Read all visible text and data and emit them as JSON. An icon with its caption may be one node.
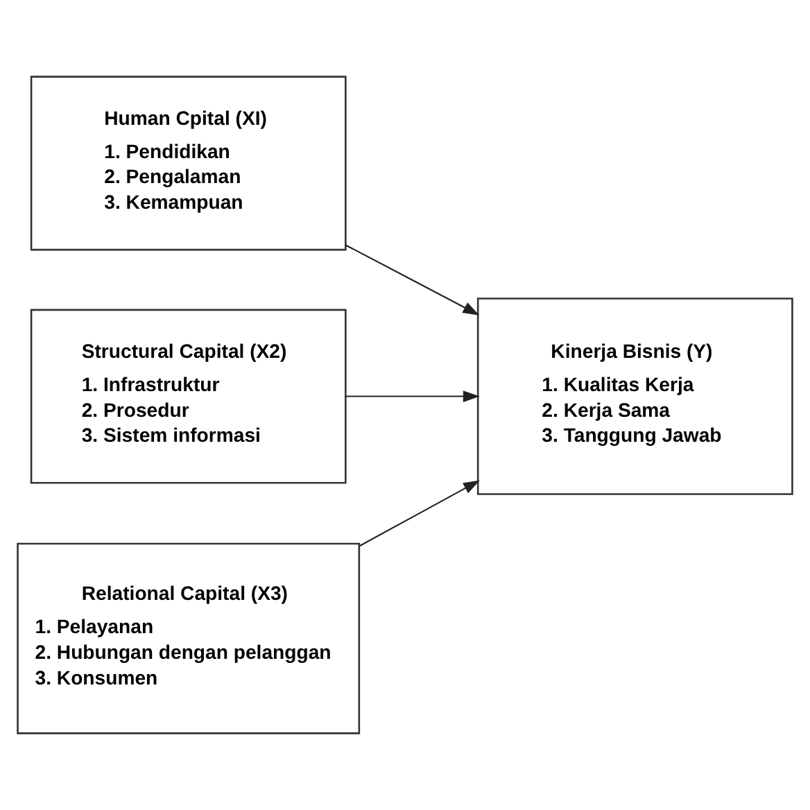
{
  "diagram": {
    "nodes": [
      {
        "text": [
          "Human Cpital (XI)",
          "1. Pendidikan",
          "2. Pengalaman",
          "3. Kemampuan"
        ]
      },
      {
        "text": [
          "Structural Capital (X2)",
          "1. Infrastruktur",
          "2. Prosedur",
          "3. Sistem informasi"
        ]
      },
      {
        "text": [
          "Relational Capital (X3)",
          "1. Pelayanan",
          "2. Hubungan dengan pelanggan",
          "3. Konsumen"
        ]
      },
      {
        "text": [
          "Kinerja Bisnis (Y)",
          "1. Kualitas Kerja",
          "2. Kerja Sama",
          "3. Tanggung Jawab"
        ]
      }
    ],
    "edges": [
      {
        "from": 0,
        "to": 3,
        "arrow": "to"
      },
      {
        "from": 1,
        "to": 3,
        "arrow": "to"
      },
      {
        "from": 2,
        "to": 3,
        "arrow": "to"
      }
    ]
  }
}
